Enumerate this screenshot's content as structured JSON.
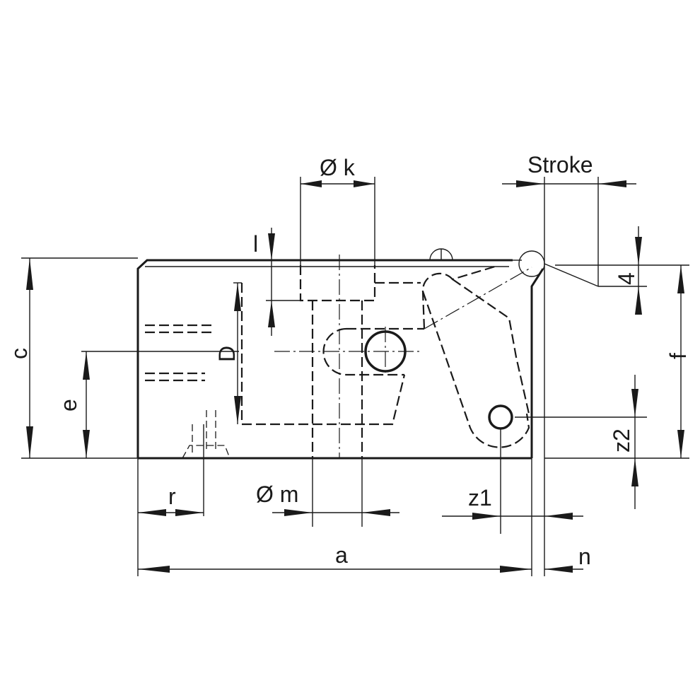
{
  "labels": {
    "dia_k": "Ø k",
    "stroke": "Stroke",
    "l": "l",
    "c": "c",
    "D": "D",
    "e": "e",
    "f": "f",
    "four": "4",
    "z2": "z2",
    "r": "r",
    "dia_m": "Ø m",
    "z1": "z1",
    "a": "a",
    "n": "n"
  }
}
